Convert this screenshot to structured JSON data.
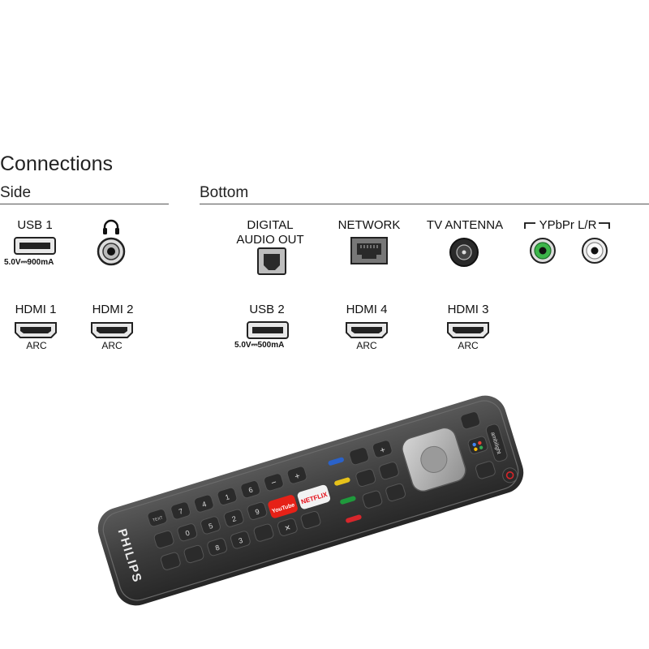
{
  "header": {
    "title": "Connections"
  },
  "sections": {
    "side": "Side",
    "bottom": "Bottom"
  },
  "side": {
    "usb1": {
      "label": "USB 1",
      "spec": "5.0V⎓900mA"
    },
    "headphone": {
      "icon": "headphone-icon"
    },
    "hdmi1": {
      "label": "HDMI 1",
      "sub": "ARC"
    },
    "hdmi2": {
      "label": "HDMI 2",
      "sub": "ARC"
    }
  },
  "bottom": {
    "digital_audio": {
      "label_line1": "DIGITAL",
      "label_line2": "AUDIO OUT"
    },
    "network": {
      "label": "NETWORK"
    },
    "tv_antenna": {
      "label": "TV ANTENNA"
    },
    "ypbpr": {
      "label": "YPbPr L/R"
    },
    "usb2": {
      "label": "USB 2",
      "spec": "5.0V⎓500mA"
    },
    "hdmi4": {
      "label": "HDMI 4",
      "sub": "ARC"
    },
    "hdmi3": {
      "label": "HDMI 3",
      "sub": "ARC"
    }
  },
  "remote": {
    "brand": "PHILIPS",
    "netflix": "NETFLIX",
    "youtube": "YouTube",
    "ambilight": "ambilight",
    "text_key": "TEXT",
    "digits": [
      "1",
      "2",
      "3",
      "4",
      "5",
      "6",
      "7",
      "8",
      "9",
      "0"
    ],
    "colors": {
      "body": "#3a3a3a",
      "red": "#d7262b",
      "green": "#1f9a3c",
      "yellow": "#e6c21a",
      "blue": "#2a62c9"
    }
  }
}
